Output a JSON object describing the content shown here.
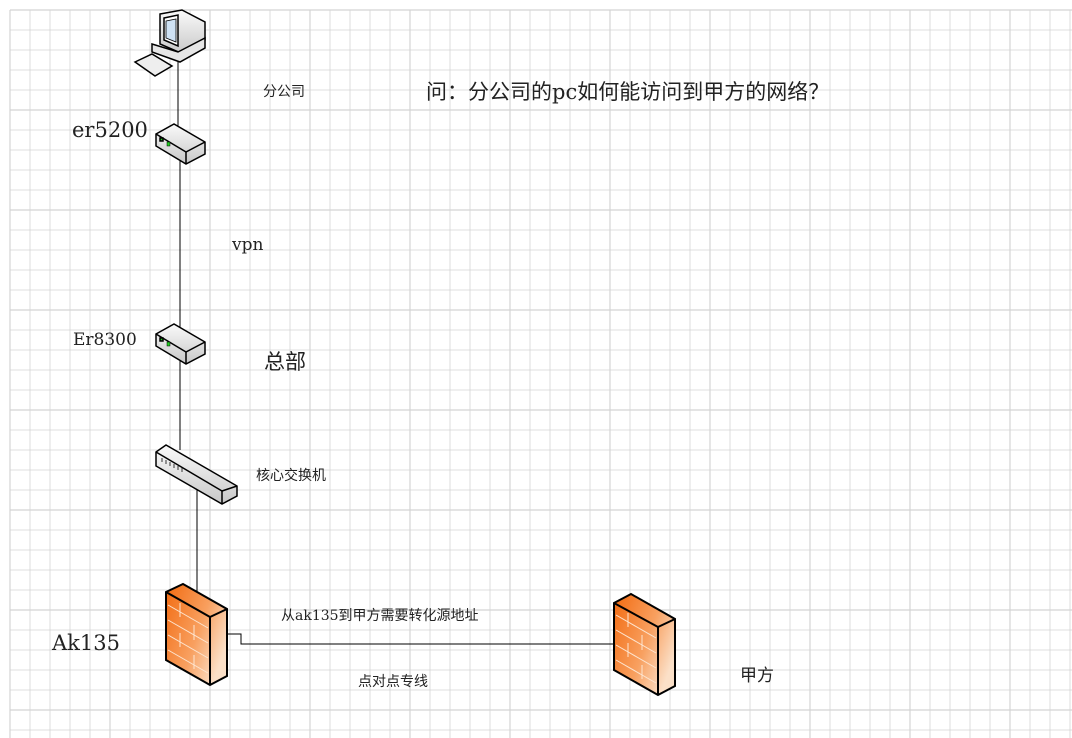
{
  "title": "问：分公司的pc如何能访问到甲方的网络？",
  "labels": {
    "branch": "分公司",
    "er5200": "er5200",
    "vpn": "vpn",
    "er8300": "Er8300",
    "hq": "总部",
    "core_switch": "核心交换机",
    "ak135": "Ak135",
    "nat_note": "从ak135到甲方需要转化源地址",
    "p2p_line": "点对点专线",
    "party_a": "甲方"
  },
  "colors": {
    "grid": "#d4d4d4",
    "firewall": "#f47a22",
    "line": "#000000"
  }
}
